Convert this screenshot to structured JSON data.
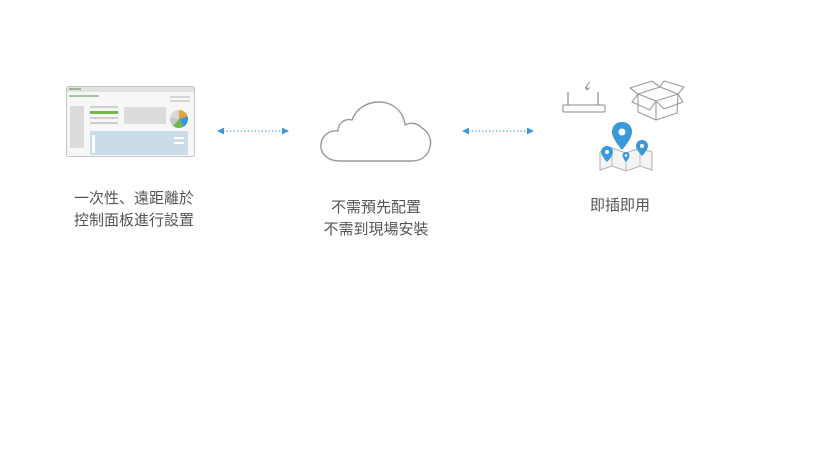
{
  "colors": {
    "accent_blue": "#3a9ad9",
    "stroke_gray": "#9a9a9a",
    "text_gray": "#555555"
  },
  "steps": [
    {
      "icon": "dashboard-icon",
      "lines": [
        "一次性、遠距離於",
        "控制面板進行設置"
      ]
    },
    {
      "icon": "cloud-icon",
      "lines": [
        "不需預先配置",
        "不需到現場安裝"
      ]
    },
    {
      "icon": "plug-and-play-icon",
      "lines": [
        "即插即用"
      ]
    }
  ],
  "connectors": [
    {
      "icon": "double-arrow-icon"
    },
    {
      "icon": "double-arrow-icon"
    }
  ]
}
